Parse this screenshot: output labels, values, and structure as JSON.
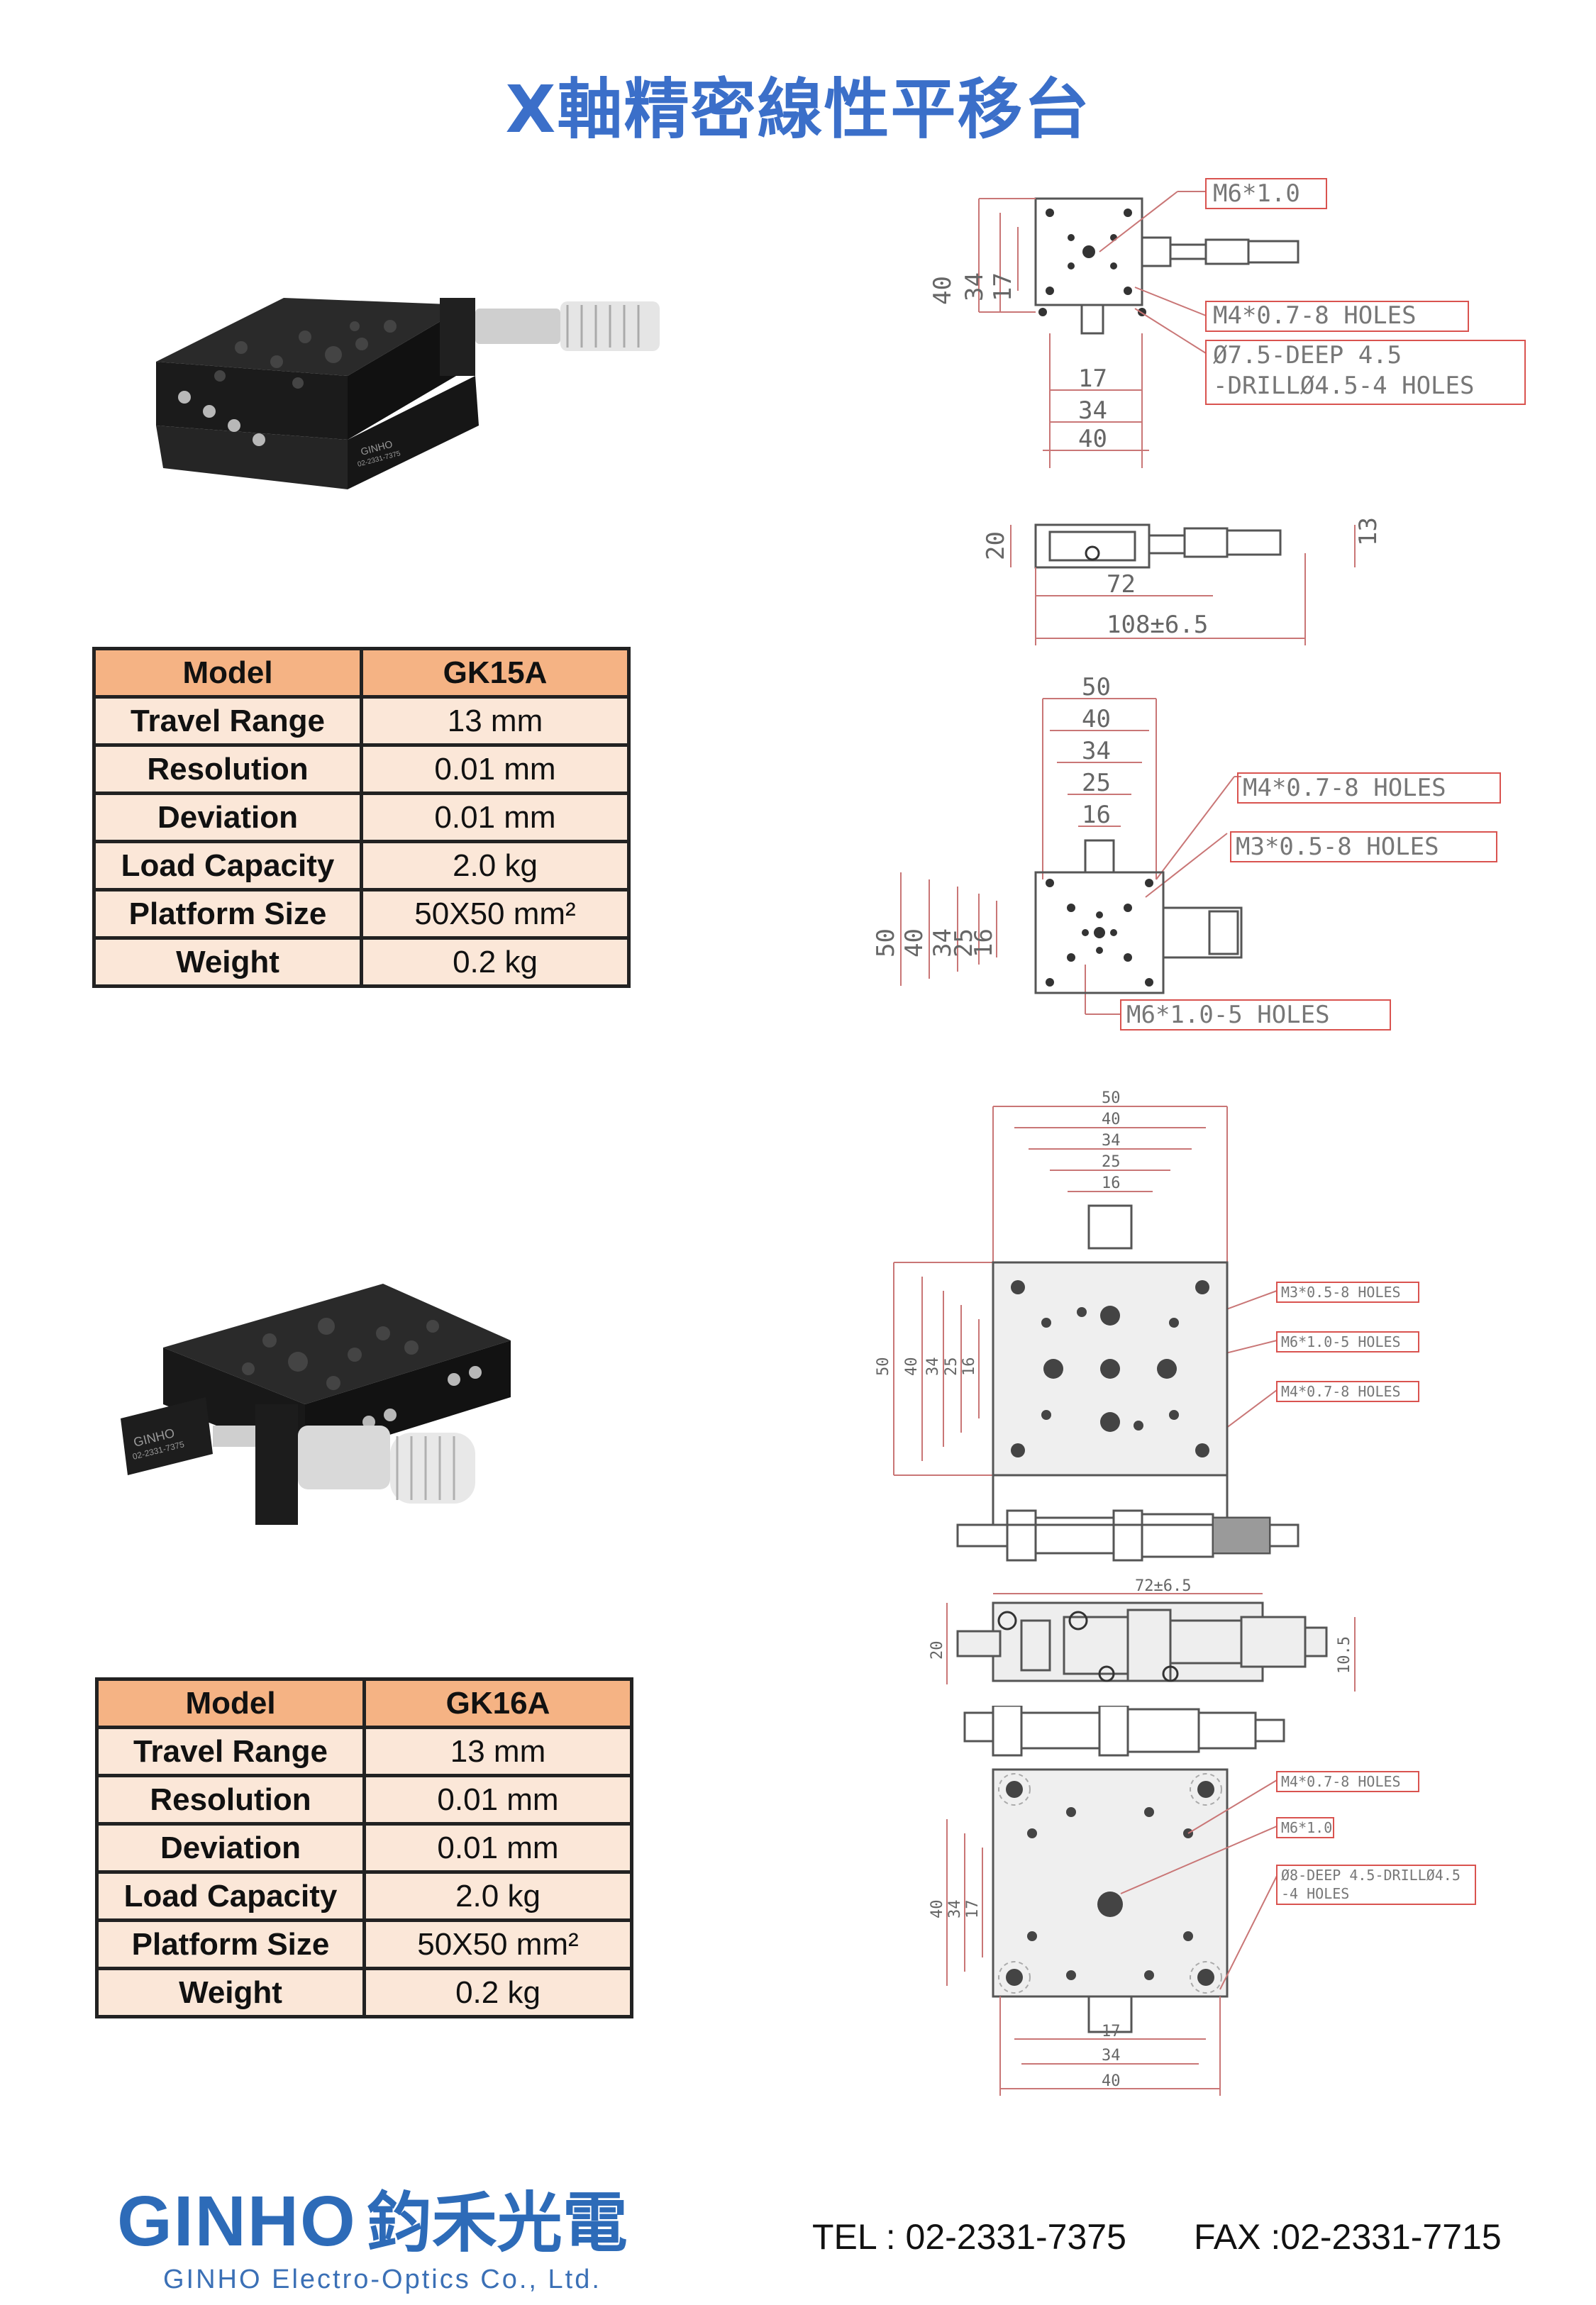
{
  "title": "X軸精密線性平移台",
  "products": [
    {
      "table": [
        {
          "key": "Model",
          "value": "GK15A"
        },
        {
          "key": "Travel Range",
          "value": "13 mm"
        },
        {
          "key": "Resolution",
          "value": "0.01 mm"
        },
        {
          "key": "Deviation",
          "value": "0.01 mm"
        },
        {
          "key": "Load Capacity",
          "value": "2.0 kg"
        },
        {
          "key": "Platform Size",
          "value": "50X50 mm²"
        },
        {
          "key": "Weight",
          "value": "0.2 kg"
        }
      ],
      "photo_marking": "GINHO",
      "photo_phone": "02-2331-7375"
    },
    {
      "table": [
        {
          "key": "Model",
          "value": "GK16A"
        },
        {
          "key": "Travel Range",
          "value": "13 mm"
        },
        {
          "key": "Resolution",
          "value": "0.01 mm"
        },
        {
          "key": "Deviation",
          "value": "0.01 mm"
        },
        {
          "key": "Load Capacity",
          "value": "2.0 kg"
        },
        {
          "key": "Platform Size",
          "value": "50X50 mm²"
        },
        {
          "key": "Weight",
          "value": "0.2 kg"
        }
      ],
      "photo_marking": "GINHO",
      "photo_phone": "02-2331-7375"
    }
  ],
  "drawing1": {
    "callouts": [
      "M6*1.0",
      "M4*0.7-8 HOLES",
      "Ø7.5-DEEP 4.5",
      "-DRILLØ4.5-4 HOLES"
    ],
    "dims_left": [
      "40",
      "34",
      "17"
    ],
    "dims_bottom": [
      "17",
      "34",
      "40"
    ],
    "side_dims": [
      "20",
      "72",
      "108±6.5",
      "13"
    ]
  },
  "drawing2": {
    "callouts": [
      "M4*0.7-8 HOLES",
      "M3*0.5-8 HOLES",
      "M6*1.0-5 HOLES"
    ],
    "dims_top": [
      "50",
      "40",
      "34",
      "25",
      "16"
    ],
    "dims_left": [
      "50",
      "40",
      "34",
      "25",
      "16"
    ]
  },
  "drawing3": {
    "callouts": [
      "M3*0.5-8 HOLES",
      "M6*1.0-5 HOLES",
      "M4*0.7-8 HOLES"
    ],
    "dims_top": [
      "50",
      "40",
      "34",
      "25",
      "16"
    ],
    "dims_left": [
      "50",
      "40",
      "34",
      "25",
      "16"
    ]
  },
  "drawing4": {
    "dims": [
      "72±6.5",
      "20",
      "10.5"
    ]
  },
  "drawing5": {
    "callouts": [
      "M4*0.7-8 HOLES",
      "M6*1.0",
      "Ø8-DEEP 4.5-DRILLØ4.5",
      "-4 HOLES"
    ],
    "dims_left": [
      "40",
      "34",
      "17"
    ],
    "dims_bottom": [
      "17",
      "34",
      "40"
    ]
  },
  "footer": {
    "brand": "GINHO",
    "brand_cn": "鈞禾光電",
    "company": "GINHO Electro-Optics Co., Ltd.",
    "tel": "TEL : 02-2331-7375",
    "fax": "FAX :02-2331-7715"
  },
  "colors": {
    "title": "#3b6fc9",
    "table_header": "#f5b384",
    "table_body": "#fbe7d8",
    "callout_border": "#d9534f"
  }
}
